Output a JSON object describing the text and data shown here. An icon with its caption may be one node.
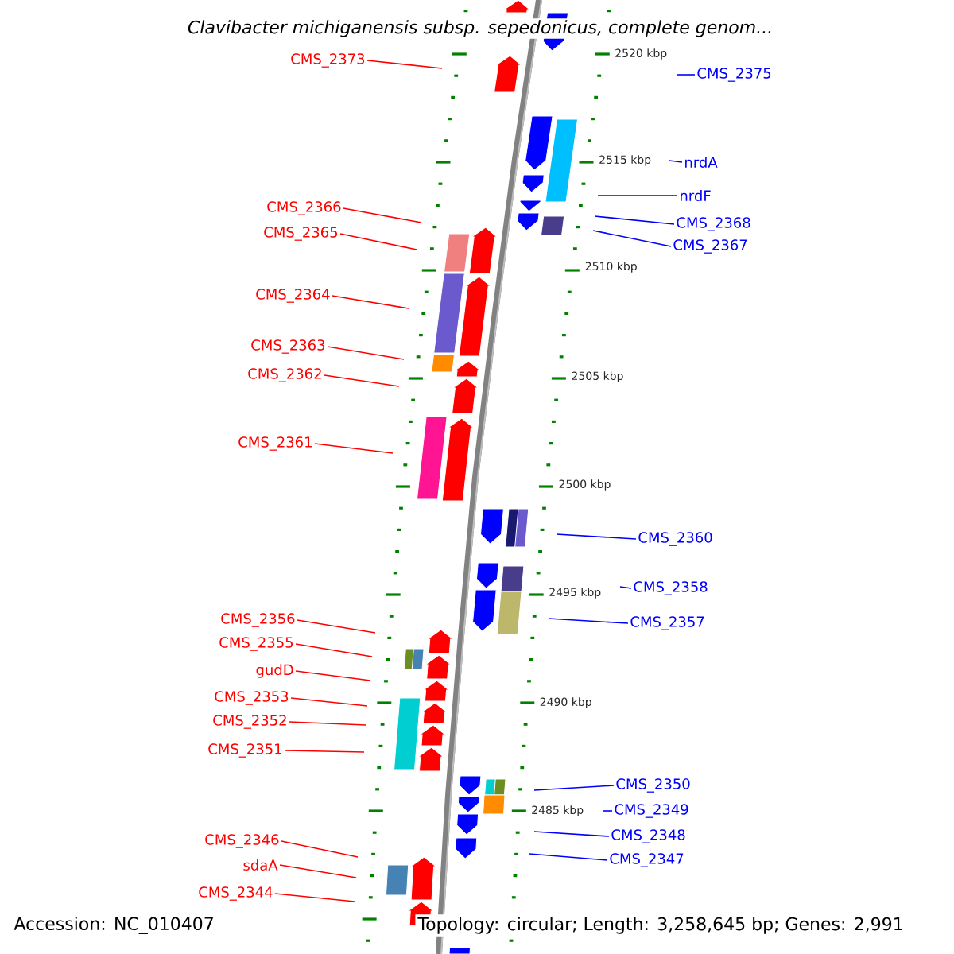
{
  "diagram": {
    "title": "Clavibacter michiganensis subsp. sepedonicus, complete genom...",
    "nodes": [
      {
        "text": [
          "CMS_2373"
        ]
      },
      {
        "text": [
          "CMS_2375"
        ]
      },
      {
        "text": [
          "nrdA"
        ]
      },
      {
        "text": [
          "nrdF"
        ]
      },
      {
        "text": [
          "CMS_2366"
        ]
      },
      {
        "text": [
          "CMS_2368"
        ]
      },
      {
        "text": [
          "CMS_2365"
        ]
      },
      {
        "text": [
          "CMS_2367"
        ]
      },
      {
        "text": [
          "CMS_2364"
        ]
      },
      {
        "text": [
          "CMS_2363"
        ]
      },
      {
        "text": [
          "CMS_2362"
        ]
      },
      {
        "text": [
          "CMS_2361"
        ]
      },
      {
        "text": [
          "CMS_2360"
        ]
      },
      {
        "text": [
          "CMS_2358"
        ]
      },
      {
        "text": [
          "CMS_2357"
        ]
      },
      {
        "text": [
          "CMS_2356"
        ]
      },
      {
        "text": [
          "CMS_2355"
        ]
      },
      {
        "text": [
          "gudD"
        ]
      },
      {
        "text": [
          "CMS_2353"
        ]
      },
      {
        "text": [
          "CMS_2352"
        ]
      },
      {
        "text": [
          "CMS_2351"
        ]
      },
      {
        "text": [
          "CMS_2350"
        ]
      },
      {
        "text": [
          "CMS_2349"
        ]
      },
      {
        "text": [
          "CMS_2348"
        ]
      },
      {
        "text": [
          "CMS_2347"
        ]
      },
      {
        "text": [
          "CMS_2346"
        ]
      },
      {
        "text": [
          "sdaA"
        ]
      },
      {
        "text": [
          "CMS_2344"
        ]
      }
    ],
    "edges": [
      {
        "from": 0,
        "to": null,
        "arrow": "none",
        "color": "#ff0000"
      },
      {
        "from": 1,
        "to": null,
        "arrow": "none",
        "color": "#0000ff"
      },
      {
        "from": 2,
        "to": null,
        "arrow": "none",
        "color": "#0000ff"
      },
      {
        "from": 3,
        "to": null,
        "arrow": "none",
        "color": "#0000ff"
      },
      {
        "from": 4,
        "to": null,
        "arrow": "none",
        "color": "#ff0000"
      },
      {
        "from": 5,
        "to": null,
        "arrow": "none",
        "color": "#0000ff"
      },
      {
        "from": 6,
        "to": null,
        "arrow": "none",
        "color": "#ff0000"
      },
      {
        "from": 7,
        "to": null,
        "arrow": "none",
        "color": "#0000ff"
      },
      {
        "from": 8,
        "to": null,
        "arrow": "none",
        "color": "#ff0000"
      },
      {
        "from": 9,
        "to": null,
        "arrow": "none",
        "color": "#ff0000"
      },
      {
        "from": 10,
        "to": null,
        "arrow": "none",
        "color": "#ff0000"
      },
      {
        "from": 11,
        "to": null,
        "arrow": "none",
        "color": "#ff0000"
      },
      {
        "from": 12,
        "to": null,
        "arrow": "none",
        "color": "#0000ff"
      },
      {
        "from": 13,
        "to": null,
        "arrow": "none",
        "color": "#0000ff"
      },
      {
        "from": 14,
        "to": null,
        "arrow": "none",
        "color": "#0000ff"
      },
      {
        "from": 15,
        "to": null,
        "arrow": "none",
        "color": "#ff0000"
      },
      {
        "from": 16,
        "to": null,
        "arrow": "none",
        "color": "#ff0000"
      },
      {
        "from": 17,
        "to": null,
        "arrow": "none",
        "color": "#ff0000"
      },
      {
        "from": 18,
        "to": null,
        "arrow": "none",
        "color": "#ff0000"
      },
      {
        "from": 19,
        "to": null,
        "arrow": "none",
        "color": "#ff0000"
      },
      {
        "from": 20,
        "to": null,
        "arrow": "none",
        "color": "#ff0000"
      },
      {
        "from": 21,
        "to": null,
        "arrow": "none",
        "color": "#0000ff"
      },
      {
        "from": 22,
        "to": null,
        "arrow": "none",
        "color": "#0000ff"
      },
      {
        "from": 23,
        "to": null,
        "arrow": "none",
        "color": "#0000ff"
      },
      {
        "from": 24,
        "to": null,
        "arrow": "none",
        "color": "#0000ff"
      },
      {
        "from": 25,
        "to": null,
        "arrow": "none",
        "color": "#ff0000"
      },
      {
        "from": 26,
        "to": null,
        "arrow": "none",
        "color": "#ff0000"
      },
      {
        "from": 27,
        "to": null,
        "arrow": "none",
        "color": "#ff0000"
      }
    ],
    "labels": [
      "2520 kbp",
      "2515 kbp",
      "2510 kbp",
      "2505 kbp",
      "2500 kbp",
      "2495 kbp",
      "2490 kbp",
      "2485 kbp",
      "Accession: NC_010407",
      "Topology: circular; Length: 3,258,645 bp; Genes: 2,991"
    ]
  }
}
